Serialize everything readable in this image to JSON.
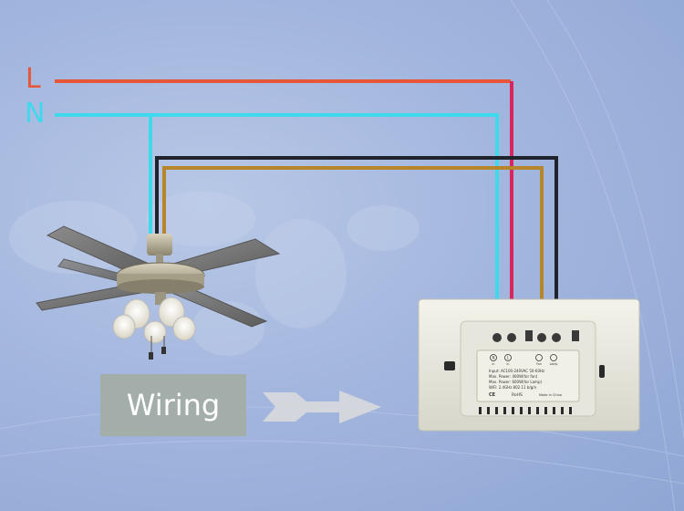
{
  "line_labels": {
    "live": "L",
    "neutral": "N"
  },
  "wiring_label": "Wiring",
  "switch": {
    "terminals": [
      {
        "symbol": "N",
        "label": "in"
      },
      {
        "symbol": "L",
        "label": "in"
      },
      {
        "symbol": "",
        "label": "Fan"
      },
      {
        "symbol": "",
        "label": "Lamp"
      }
    ],
    "spec_lines": [
      "Input: AC100-240VAC 50-60Hz",
      "Max. Power: 400W(for fan)",
      "Max. Power: 600W(for Lamp)",
      "WiFi: 2.4GHz 802.11 b/g/n"
    ],
    "cert_marks": [
      "CE",
      "RoHS"
    ],
    "made_in": "Made in China"
  },
  "colors": {
    "live": "#e8563a",
    "neutral": "#3fd9ec",
    "live_drop": "#d9245e",
    "fan_wire": "#b8862a",
    "lamp_wire": "#1f232b",
    "label": "#e8563a"
  },
  "icons": {
    "fan": "ceiling-fan-with-lamps",
    "arrow": "right-arrow",
    "switch": "wall-switch-back"
  }
}
